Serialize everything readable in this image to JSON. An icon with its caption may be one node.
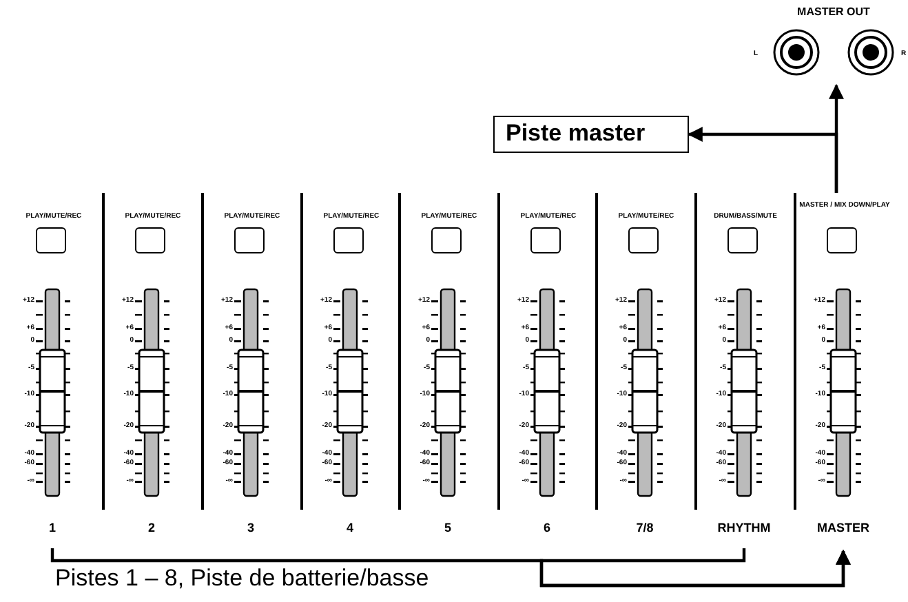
{
  "diagram": {
    "nodes": [
      {
        "text": [
          "PLAY/MUTE/REC",
          "+12",
          "+6",
          "0",
          "-5",
          "-10",
          "-20",
          "-40",
          "-60",
          "-∞",
          "1"
        ]
      },
      {
        "text": [
          "PLAY/MUTE/REC",
          "+12",
          "+6",
          "0",
          "-5",
          "-10",
          "-20",
          "-40",
          "-60",
          "-∞",
          "2"
        ]
      },
      {
        "text": [
          "PLAY/MUTE/REC",
          "+12",
          "+6",
          "0",
          "-5",
          "-10",
          "-20",
          "-40",
          "-60",
          "-∞",
          "3"
        ]
      },
      {
        "text": [
          "PLAY/MUTE/REC",
          "+12",
          "+6",
          "0",
          "-5",
          "-10",
          "-20",
          "-40",
          "-60",
          "-∞",
          "4"
        ]
      },
      {
        "text": [
          "PLAY/MUTE/REC",
          "+12",
          "+6",
          "0",
          "-5",
          "-10",
          "-20",
          "-40",
          "-60",
          "-∞",
          "5"
        ]
      },
      {
        "text": [
          "PLAY/MUTE/REC",
          "+12",
          "+6",
          "0",
          "-5",
          "-10",
          "-20",
          "-40",
          "-60",
          "-∞",
          "6"
        ]
      },
      {
        "text": [
          "PLAY/MUTE/REC",
          "+12",
          "+6",
          "0",
          "-5",
          "-10",
          "-20",
          "-40",
          "-60",
          "-∞",
          "7/8"
        ]
      },
      {
        "text": [
          "DRUM/BASS/MUTE",
          "+12",
          "+6",
          "0",
          "-5",
          "-10",
          "-20",
          "-40",
          "-60",
          "-∞",
          "RHYTHM"
        ]
      },
      {
        "text": [
          "MASTER / MIX DOWN/PLAY",
          "+12",
          "+6",
          "0",
          "-5",
          "-10",
          "-20",
          "-40",
          "-60",
          "-∞",
          "MASTER"
        ]
      },
      {
        "text": [
          "MASTER OUT",
          "L",
          "R"
        ]
      },
      {
        "text": [
          "Piste master"
        ]
      }
    ],
    "edges": [
      {
        "from": 0,
        "to": 8,
        "arrow": "to",
        "label": "Pistes 1 – 8, Piste de batterie/basse"
      },
      {
        "from": 7,
        "to": 8,
        "arrow": "to"
      },
      {
        "from": 8,
        "to": 9,
        "arrow": "to"
      },
      {
        "from": 8,
        "to": 10,
        "arrow": "to"
      }
    ]
  }
}
